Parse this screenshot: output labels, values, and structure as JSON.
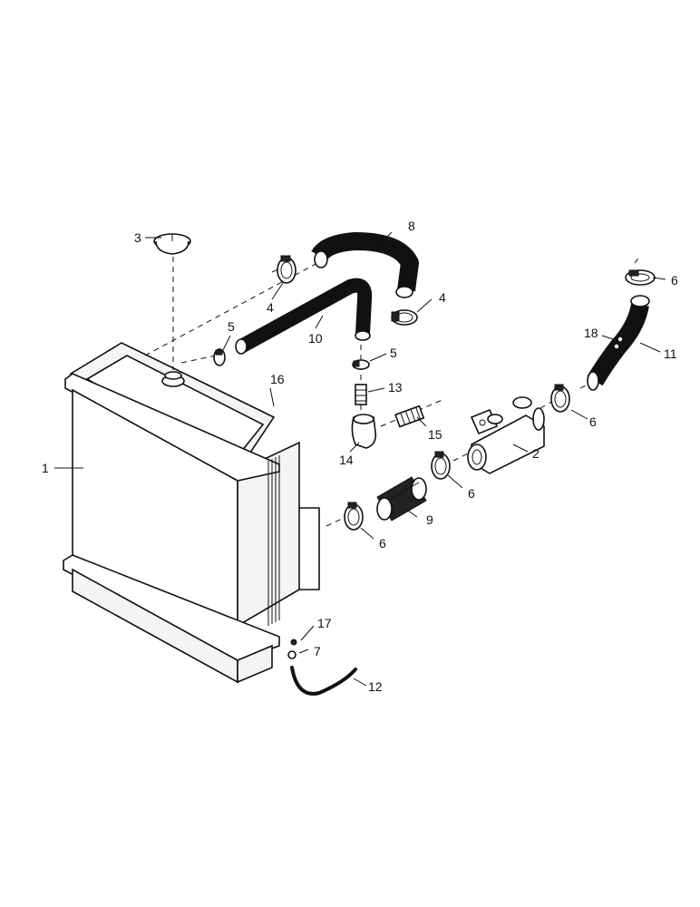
{
  "callouts": {
    "c1": "1",
    "c2": "2",
    "c3": "3",
    "c4a": "4",
    "c4b": "4",
    "c5a": "5",
    "c5b": "5",
    "c6a": "6",
    "c6b": "6",
    "c6c": "6",
    "c6d": "6",
    "c7": "7",
    "c8": "8",
    "c9": "9",
    "c10": "10",
    "c11": "11",
    "c12": "12",
    "c13": "13",
    "c14": "14",
    "c15": "15",
    "c16": "16",
    "c17": "17",
    "c18": "18"
  }
}
